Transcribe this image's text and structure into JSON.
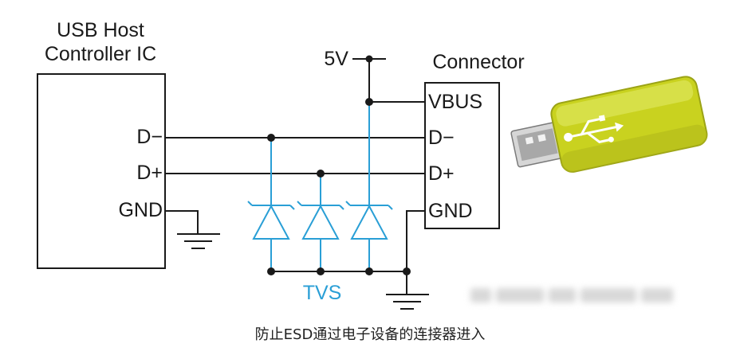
{
  "host_ic": {
    "title_line1": "USB Host",
    "title_line2": "Controller IC",
    "pins": [
      "D−",
      "D+",
      "GND"
    ]
  },
  "power": {
    "label": "5V"
  },
  "connector": {
    "title": "Connector",
    "pins": [
      "VBUS",
      "D−",
      "D+",
      "GND"
    ]
  },
  "tvs": {
    "label": "TVS"
  },
  "caption": "防止ESD通过电子设备的连接器进入",
  "colors": {
    "wire": "#1a1a1a",
    "tvs": "#2a9fd6",
    "usb_stick_body": "#c9d21f",
    "usb_stick_plug": "#a8a8a8"
  },
  "icons": {
    "usb_device": "usb-stick-icon",
    "usb_symbol": "usb-trident-icon"
  }
}
